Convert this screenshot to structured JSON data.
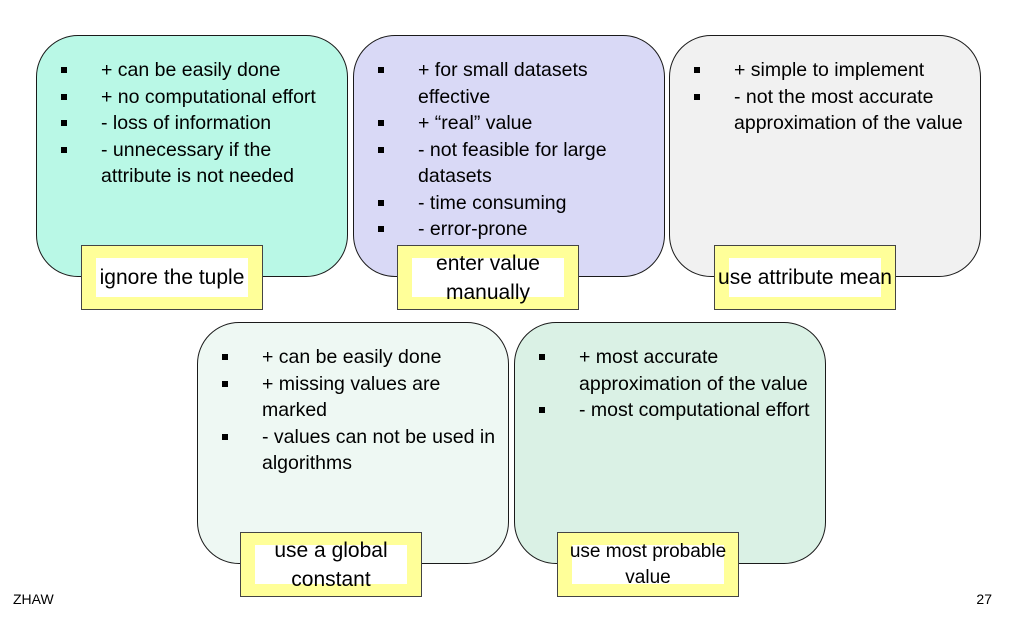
{
  "cards": [
    {
      "items": [
        "+ can be easily done",
        "+ no computational effort",
        "- loss of information",
        "- unnecessary if the attribute is not needed"
      ],
      "label": "ignore the tuple",
      "color": "#b9f8e6"
    },
    {
      "items": [
        "+ for small datasets effective",
        "+ “real” value",
        "- not feasible for large datasets",
        "- time consuming",
        "- error-prone"
      ],
      "label": "enter value manually",
      "color": "#d9d9f6"
    },
    {
      "items": [
        "+ simple to implement",
        "- not the most accurate approximation of the value"
      ],
      "label": "use attribute mean",
      "color": "#f1f1f1"
    },
    {
      "items": [
        "+ can be easily done",
        "+ missing values are marked",
        "- values can not be used in algorithms"
      ],
      "label": "use a global constant",
      "color": "#eef8f3"
    },
    {
      "items": [
        "+ most accurate approximation of the value",
        "- most computational effort"
      ],
      "label": "use most probable value",
      "color": "#daf1e5"
    }
  ],
  "footer": {
    "left": "ZHAW",
    "page_number": "27"
  }
}
